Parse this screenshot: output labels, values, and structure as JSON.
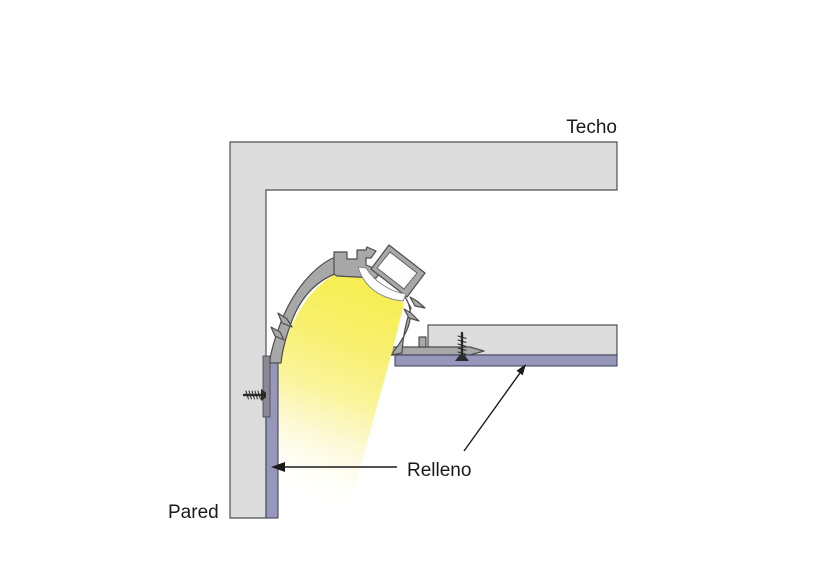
{
  "labels": {
    "techo": "Techo",
    "pared": "Pared",
    "relleno": "Relleno"
  },
  "colors": {
    "background": "#ffffff",
    "surface_fill": "#dcdcdc",
    "surface_stroke": "#4f4f4f",
    "profile_fill": "#a8a8a8",
    "profile_stroke": "#4d4d4d",
    "flange_fill": "#8a8a93",
    "filler_fill": "#9797bc",
    "filler_stroke": "#3a3a55",
    "diffuser_fill": "#fdfdfd",
    "beam_core": "#f6ee52",
    "beam_bright": "#f8f06e",
    "beam_mid": "#faf49b",
    "beam_pale": "#fdf9d8",
    "beam_faint": "#fffef2",
    "beam_end": "#ffffff",
    "screw_color": "#2b2b2b",
    "arrow_color": "#1a1a1a",
    "text_color": "#1a1a1a"
  }
}
